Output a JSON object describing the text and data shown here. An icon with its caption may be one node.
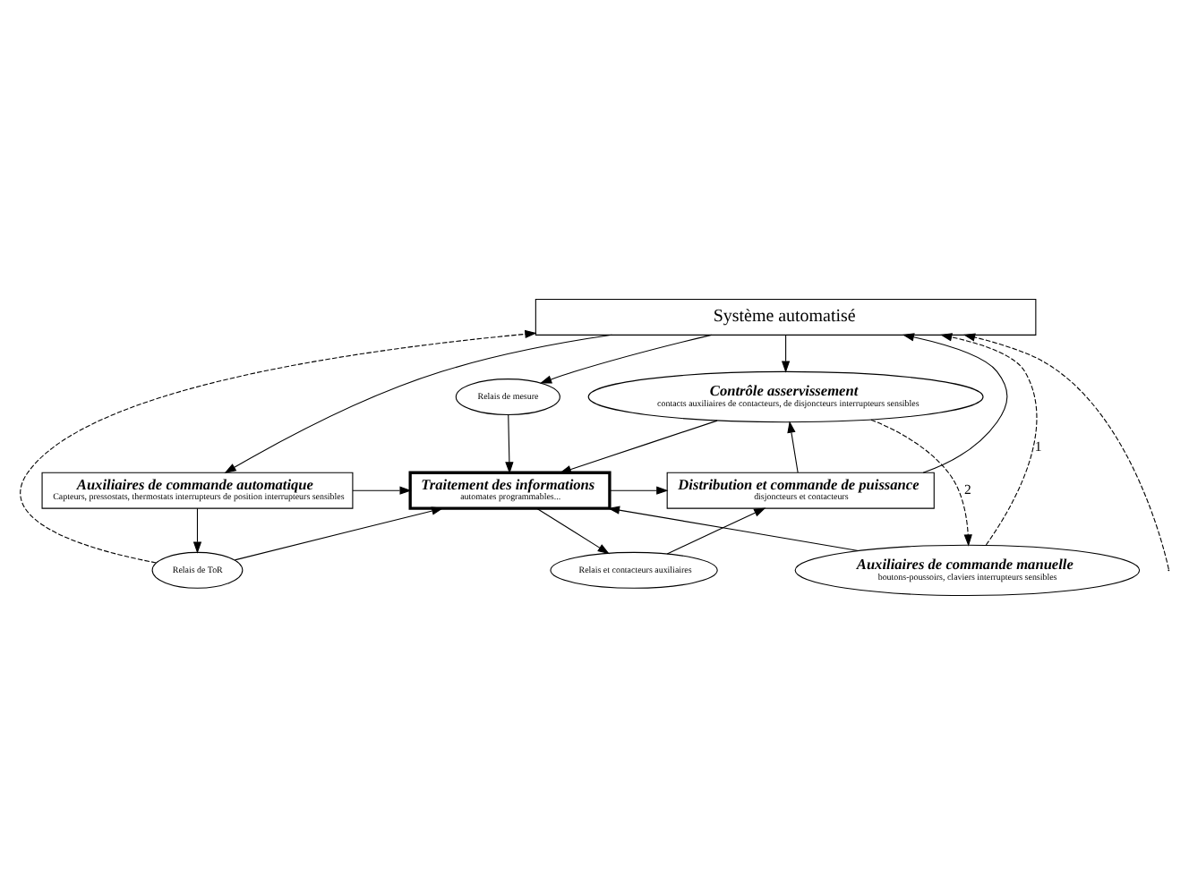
{
  "diagram": {
    "nodes": [
      {
        "text": [
          "Système automatisé"
        ]
      },
      {
        "text": [
          "Relais de mesure"
        ]
      },
      {
        "text": [
          "Contrôle asservissement",
          "contacts auxiliaires de contacteurs, de disjoncteurs interrupteurs sensibles"
        ]
      },
      {
        "text": [
          "Auxiliaires de commande automatique",
          "Capteurs, pressostats, thermostats interrupteurs de position interrupteurs sensibles"
        ]
      },
      {
        "text": [
          "Traitement des informations",
          "automates programmables..."
        ]
      },
      {
        "text": [
          "Distribution et commande de puissance",
          "disjoncteurs et contacteurs"
        ]
      },
      {
        "text": [
          "Relais de ToR"
        ]
      },
      {
        "text": [
          "Relais et contacteurs auxiliaires"
        ]
      },
      {
        "text": [
          "Auxiliaires de commande manuelle",
          "boutons-poussoirs, claviers interrupteurs sensibles"
        ]
      }
    ],
    "edges": [
      {
        "from": 0,
        "to": 3,
        "arrow": "to"
      },
      {
        "from": 0,
        "to": 1,
        "arrow": "to"
      },
      {
        "from": 0,
        "to": 2,
        "arrow": "to"
      },
      {
        "from": 5,
        "to": 0,
        "arrow": "to"
      },
      {
        "from": 1,
        "to": 4,
        "arrow": "to"
      },
      {
        "from": 2,
        "to": 4,
        "arrow": "to"
      },
      {
        "from": 3,
        "to": 4,
        "arrow": "to"
      },
      {
        "from": 3,
        "to": 6,
        "arrow": "to"
      },
      {
        "from": 6,
        "to": 4,
        "arrow": "to"
      },
      {
        "from": 4,
        "to": 5,
        "arrow": "to"
      },
      {
        "from": 4,
        "to": 7,
        "arrow": "to"
      },
      {
        "from": 7,
        "to": 5,
        "arrow": "to"
      },
      {
        "from": 8,
        "to": 4,
        "arrow": "to"
      },
      {
        "from": 5,
        "to": 2,
        "arrow": "to"
      },
      {
        "from": 2,
        "to": 8,
        "arrow": "to",
        "label": "2",
        "style": "dashed"
      },
      {
        "from": 8,
        "to": 0,
        "arrow": "to",
        "label": "1",
        "style": "dashed"
      },
      {
        "from": null,
        "to": 0,
        "arrow": "to",
        "style": "dashed"
      },
      {
        "from": 6,
        "to": 0,
        "arrow": "to",
        "style": "dashed"
      }
    ]
  }
}
